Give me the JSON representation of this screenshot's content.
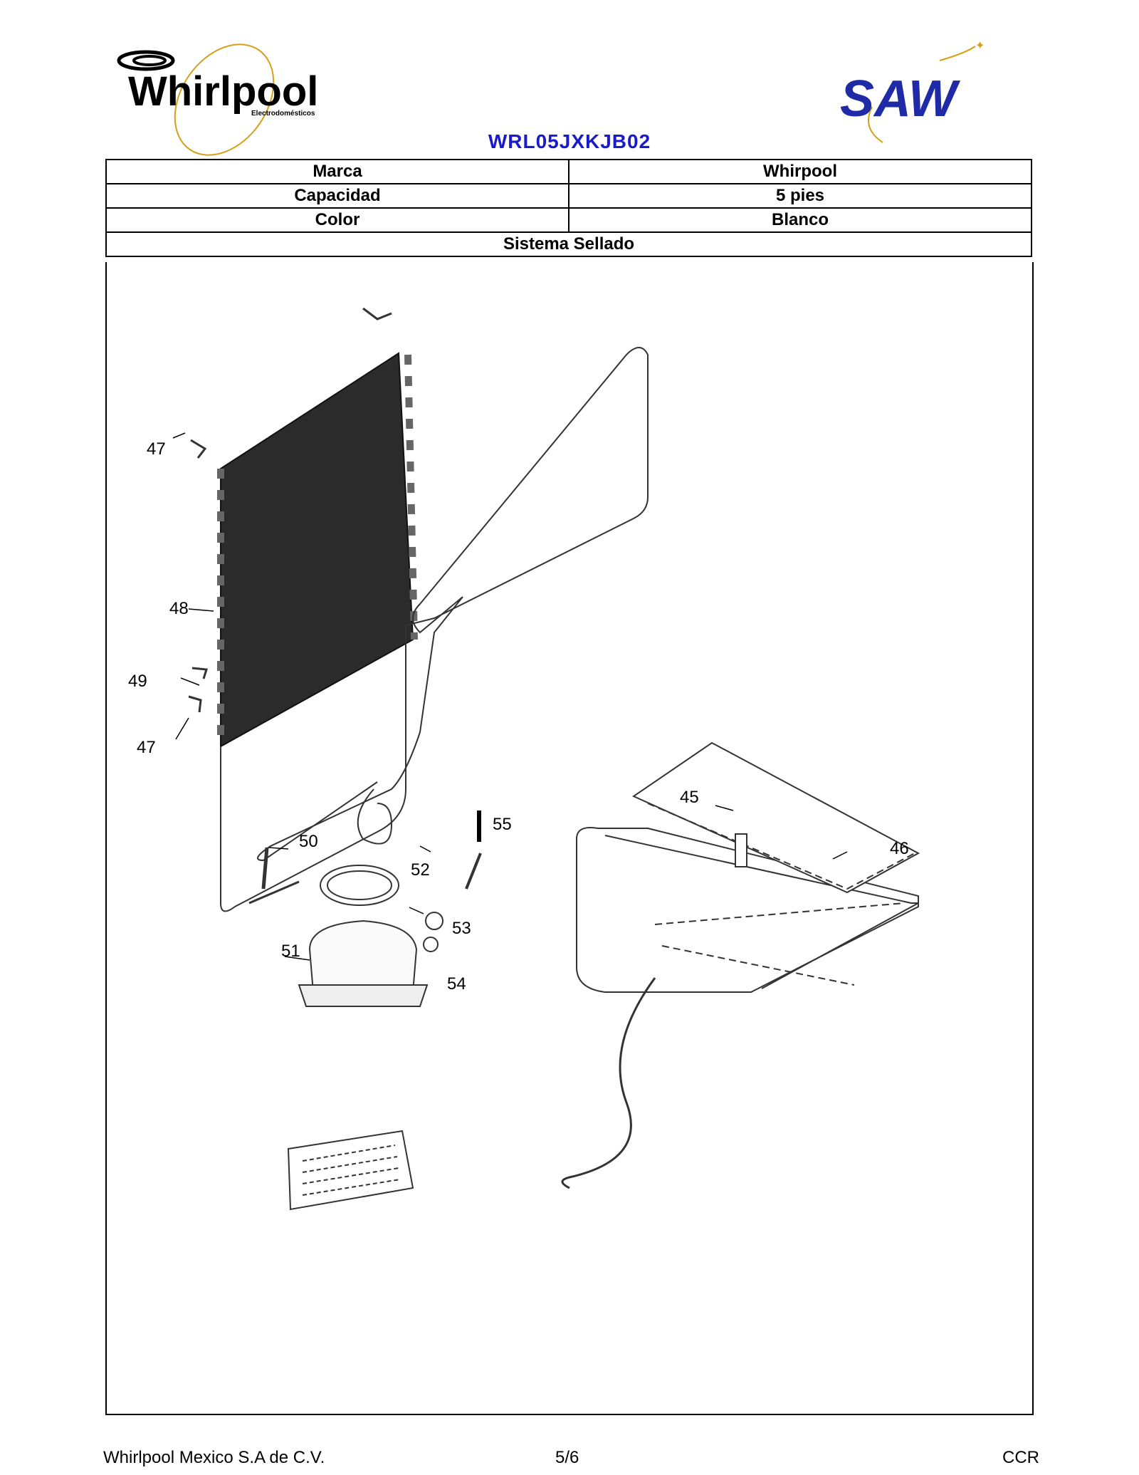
{
  "header": {
    "left_logo_text": "Whirlpool",
    "left_logo_subtext": "Electrodomésticos",
    "right_logo_text": "SAW",
    "model": "WRL05JXKJB02"
  },
  "specs": [
    {
      "label": "Marca",
      "value": "Whirpool"
    },
    {
      "label": "Capacidad",
      "value": "5 pies"
    },
    {
      "label": "Color",
      "value": "Blanco"
    }
  ],
  "section_title": "Sistema Sellado",
  "callouts": {
    "c47a": "47",
    "c48": "48",
    "c49": "49",
    "c47b": "47",
    "c50": "50",
    "c51": "51",
    "c52": "52",
    "c53": "53",
    "c54": "54",
    "c55": "55",
    "c45": "45",
    "c46": "46"
  },
  "footer": {
    "company": "Whirlpool Mexico S.A de C.V.",
    "page": "5/6",
    "code": "CCR"
  },
  "colors": {
    "model_text": "#1a1acc",
    "saw_blue": "#1f2aa6",
    "swoosh_gold": "#d4a017"
  }
}
